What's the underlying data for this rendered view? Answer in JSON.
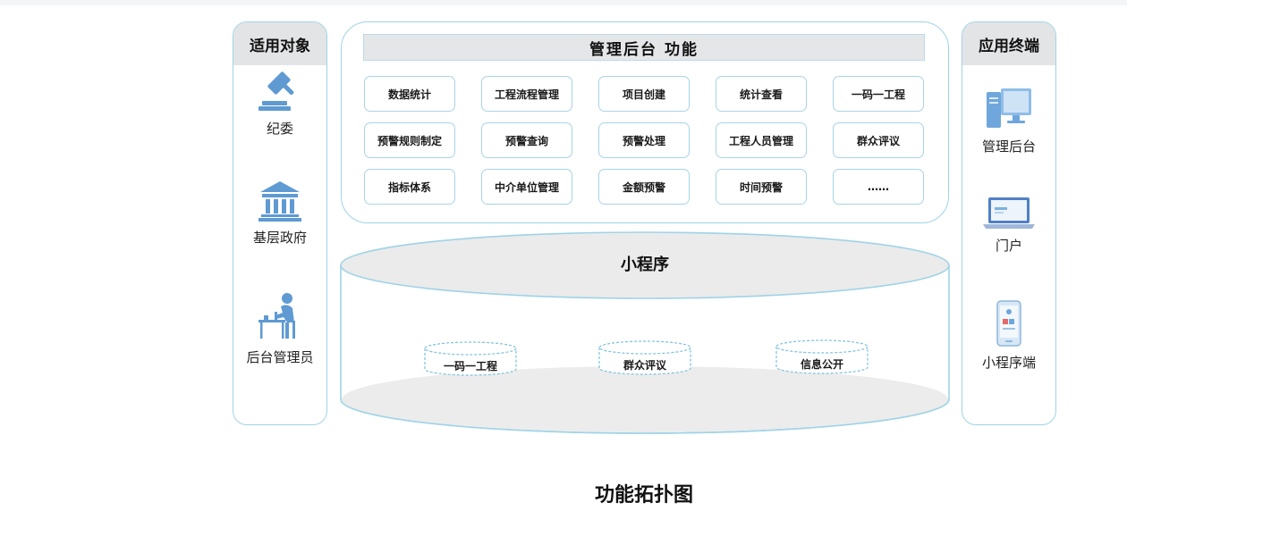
{
  "left_panel": {
    "title": "适用对象",
    "items": [
      {
        "label": "纪委",
        "icon": "gavel-icon"
      },
      {
        "label": "基层政府",
        "icon": "government-building-icon"
      },
      {
        "label": "后台管理员",
        "icon": "admin-at-desk-icon"
      }
    ]
  },
  "admin": {
    "title": "管理后台 功能",
    "functions": [
      "数据统计",
      "工程流程管理",
      "项目创建",
      "统计查看",
      "一码一工程",
      "预警规则制定",
      "预警查询",
      "预警处理",
      "工程人员管理",
      "群众评议",
      "指标体系",
      "中介单位管理",
      "金额预警",
      "时间预警",
      "……"
    ]
  },
  "miniprogram": {
    "title": "小程序",
    "features": [
      "一码一工程",
      "群众评议",
      "信息公开"
    ]
  },
  "right_panel": {
    "title": "应用终端",
    "items": [
      {
        "label": "管理后台",
        "icon": "desktop-computer-icon"
      },
      {
        "label": "门户",
        "icon": "laptop-icon"
      },
      {
        "label": "小程序端",
        "icon": "smartphone-icon"
      }
    ]
  },
  "caption": "功能拓扑图",
  "colors": {
    "border": "#9fd3e6",
    "icon_blue": "#5f9ad2",
    "header_gray": "#e3e4e6",
    "ellipse_fill": "#ececec"
  }
}
